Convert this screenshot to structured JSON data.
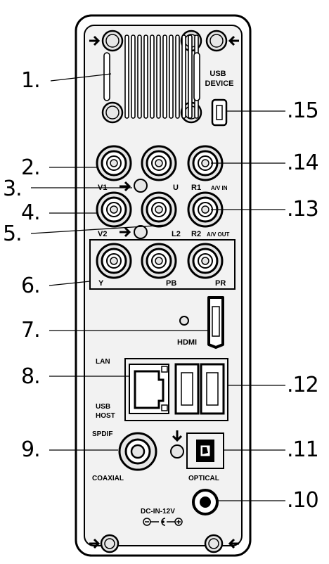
{
  "labels_left": [
    "1.",
    "2.",
    "3.",
    "4.",
    "5.",
    "6.",
    "7.",
    "8.",
    "9."
  ],
  "labels_right": [
    ".15",
    ".14",
    ".13",
    ".12",
    ".11",
    ".10"
  ],
  "panel_text": {
    "usb_device_line1": "USB",
    "usb_device_line2": "DEVICE",
    "v1": "V1",
    "u": "U",
    "r1": "R1",
    "av_in": "A/V IN",
    "v2": "V2",
    "l2": "L2",
    "r2": "R2",
    "av_out": "A/V OUT",
    "y": "Y",
    "pb": "PB",
    "pr": "PR",
    "hdmi": "HDMI",
    "lan": "LAN",
    "usb_host_line1": "USB",
    "usb_host_line2": "HOST",
    "spdif": "SPDIF",
    "coaxial": "COAXIAL",
    "optical": "OPTICAL",
    "dc_in": "DC-IN-12V"
  },
  "colors": {
    "panel": "#f2f2f2",
    "ink": "#000000",
    "jack": "#d9d9d9"
  }
}
